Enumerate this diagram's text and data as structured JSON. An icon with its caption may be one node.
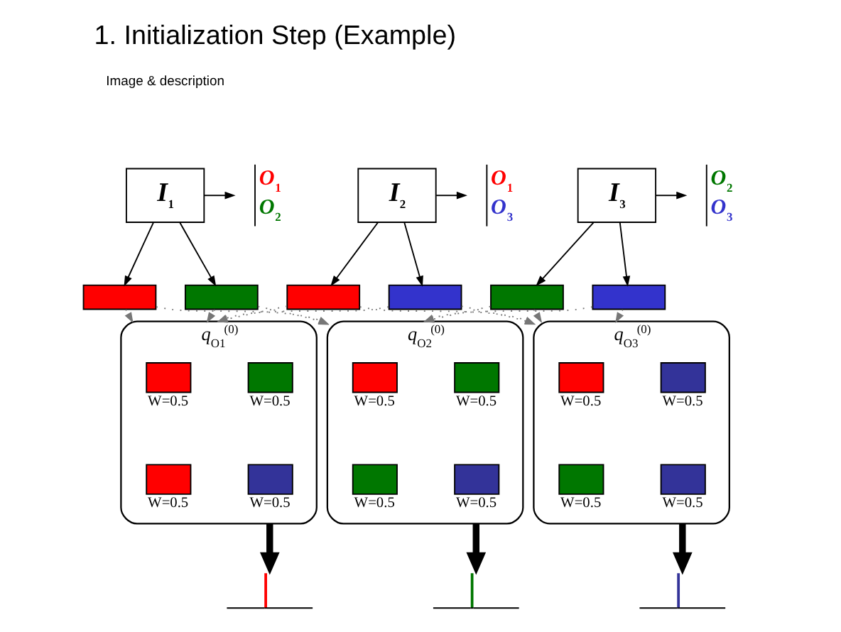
{
  "diagram": {
    "title": "1. Initialization Step (Example)",
    "nodes": [
      {
        "text": [
          "*I*$_{1}$"
        ]
      },
      {
        "text": [
          "*O*$_{1}$",
          "*O*$_{2}$"
        ]
      },
      {
        "text": [
          "*I*$_{2}$"
        ]
      },
      {
        "text": [
          "*O*$_{1}$",
          "*O*$_{3}$"
        ]
      },
      {
        "text": [
          "*I*$_{3}$"
        ]
      },
      {
        "text": [
          "*O*$_{2}$",
          "*O*$_{3}$"
        ]
      },
      {
        "text": [],
        "shape": "box"
      },
      {
        "text": [],
        "shape": "box"
      },
      {
        "text": [],
        "shape": "box"
      },
      {
        "text": [],
        "shape": "box"
      },
      {
        "text": [],
        "shape": "box"
      },
      {
        "text": [],
        "shape": "box"
      },
      {
        "text": [
          "*q*$_{O1}$$^{(0)}$"
        ]
      },
      {
        "text": [],
        "shape": "box",
        "in": 12,
        "beside": [
          "W=0.5"
        ]
      },
      {
        "text": [],
        "shape": "box",
        "in": 12,
        "beside": [
          "W=0.5"
        ]
      },
      {
        "text": [],
        "shape": "box",
        "in": 12,
        "beside": [
          "W=0.5"
        ]
      },
      {
        "text": [],
        "shape": "box",
        "in": 12,
        "beside": [
          "W=0.5"
        ]
      },
      {
        "text": [
          "*q*$_{O2}$$^{(0)}$"
        ]
      },
      {
        "text": [],
        "shape": "box",
        "in": 17,
        "beside": [
          "W=0.5"
        ]
      },
      {
        "text": [],
        "shape": "box",
        "in": 17,
        "beside": [
          "W=0.5"
        ]
      },
      {
        "text": [],
        "shape": "box",
        "in": 17,
        "beside": [
          "W=0.5"
        ]
      },
      {
        "text": [],
        "shape": "box",
        "in": 17,
        "beside": [
          "W=0.5"
        ]
      },
      {
        "text": [
          "*q*$_{O3}$$^{(0)}$"
        ]
      },
      {
        "text": [],
        "shape": "box",
        "in": 22,
        "beside": [
          "W=0.5"
        ]
      },
      {
        "text": [],
        "shape": "box",
        "in": 22,
        "beside": [
          "W=0.5"
        ]
      },
      {
        "text": [],
        "shape": "box",
        "in": 22,
        "beside": [
          "W=0.5"
        ]
      },
      {
        "text": [],
        "shape": "box",
        "in": 22,
        "beside": [
          "W=0.5"
        ]
      },
      {
        "text": [],
        "shape": "picture"
      },
      {
        "text": [],
        "shape": "picture"
      },
      {
        "text": [],
        "shape": "picture"
      }
    ],
    "edges": [
      {
        "from": 0,
        "to": 1,
        "arrow": "to"
      },
      {
        "from": 2,
        "to": 3,
        "arrow": "to"
      },
      {
        "from": 4,
        "to": 5,
        "arrow": "to"
      },
      {
        "from": 0,
        "to": 6,
        "arrow": "to"
      },
      {
        "from": 0,
        "to": 7,
        "arrow": "to"
      },
      {
        "from": 2,
        "to": 8,
        "arrow": "to"
      },
      {
        "from": 2,
        "to": 9,
        "arrow": "to"
      },
      {
        "from": 4,
        "to": 10,
        "arrow": "to"
      },
      {
        "from": 4,
        "to": 11,
        "arrow": "to"
      },
      {
        "from": 6,
        "to": 12,
        "arrow": "to",
        "style": "dashed",
        "color": "#777777"
      },
      {
        "from": 6,
        "to": 17,
        "arrow": "to",
        "style": "dashed",
        "color": "#777777"
      },
      {
        "from": 7,
        "to": 12,
        "arrow": "to",
        "style": "dashed",
        "color": "#777777"
      },
      {
        "from": 7,
        "to": 17,
        "arrow": "to",
        "style": "dashed",
        "color": "#777777"
      },
      {
        "from": 8,
        "to": 12,
        "arrow": "to",
        "style": "dashed",
        "color": "#777777"
      },
      {
        "from": 8,
        "to": 22,
        "arrow": "to",
        "style": "dashed",
        "color": "#777777"
      },
      {
        "from": 9,
        "to": 12,
        "arrow": "to",
        "style": "dashed",
        "color": "#777777"
      },
      {
        "from": 9,
        "to": 22,
        "arrow": "to",
        "style": "dashed",
        "color": "#777777"
      },
      {
        "from": 10,
        "to": 17,
        "arrow": "to",
        "style": "dashed",
        "color": "#777777"
      },
      {
        "from": 10,
        "to": 22,
        "arrow": "to",
        "style": "dashed",
        "color": "#777777"
      },
      {
        "from": 11,
        "to": 17,
        "arrow": "to",
        "style": "dashed",
        "color": "#777777"
      },
      {
        "from": 11,
        "to": 22,
        "arrow": "to",
        "style": "dashed",
        "color": "#777777"
      },
      {
        "from": 12,
        "to": 27,
        "arrow": "to",
        "style": "thick"
      },
      {
        "from": 17,
        "to": 28,
        "arrow": "to",
        "style": "thick"
      },
      {
        "from": 22,
        "to": 29,
        "arrow": "to",
        "style": "thick"
      }
    ],
    "labels": [
      "Image & description"
    ]
  }
}
